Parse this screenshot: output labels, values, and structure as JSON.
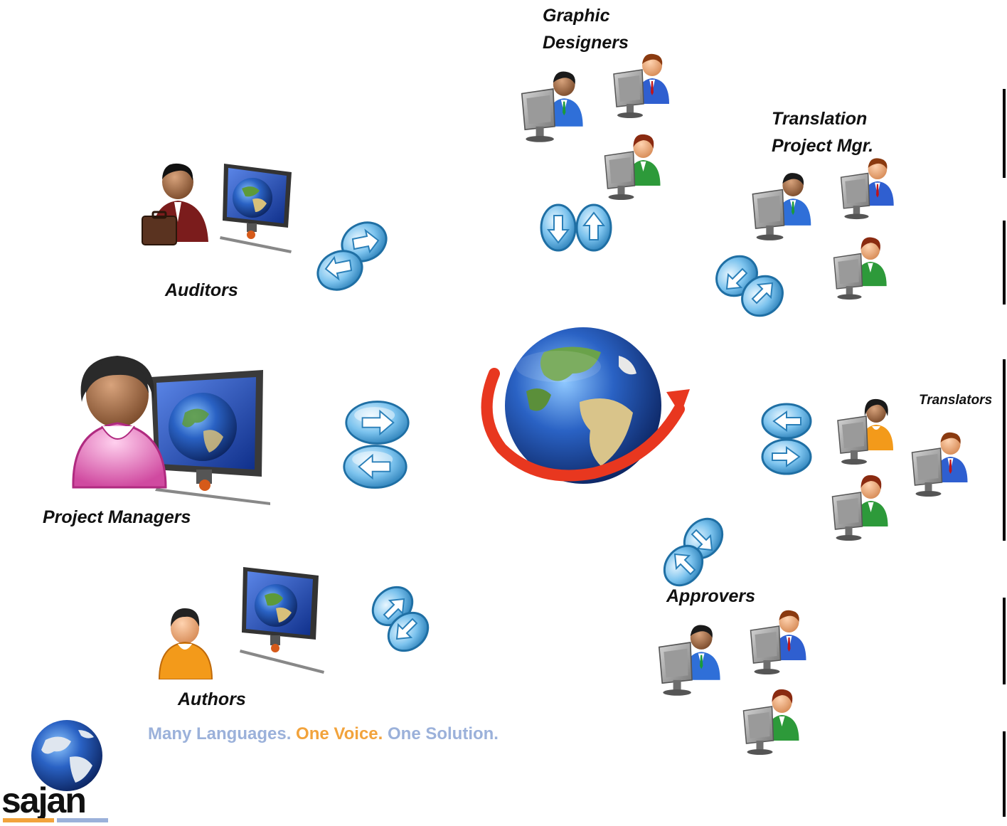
{
  "labels": {
    "graphic_designers": [
      "Graphic",
      "Designers"
    ],
    "translation_pm": [
      "Translation",
      "Project Mgr."
    ],
    "auditors": "Auditors",
    "project_managers": "Project Managers",
    "authors": "Authors",
    "translators": "Translators",
    "approvers": "Approvers"
  },
  "brand": {
    "logo_text": "sajan",
    "tagline_part1": "Many Languages.",
    "tagline_part2": "One Voice.",
    "tagline_part3": "One Solution."
  },
  "colors": {
    "tagline_blue": "#9bb1da",
    "tagline_orange": "#f2a33c",
    "arrow_red": "#e8371f",
    "globe_blue": "#1f4fa8"
  },
  "icons": {
    "central": "globe-with-red-arrow-icon",
    "person_monitor": "user-at-computer-icon",
    "arrows": "exchange-arrows-icon",
    "logo": "sajan-globe-logo-icon"
  }
}
